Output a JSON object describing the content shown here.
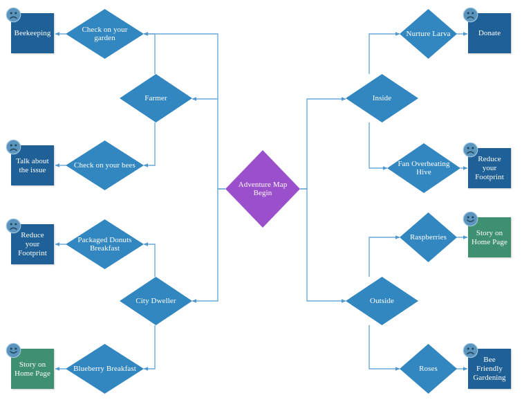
{
  "diagram": {
    "title": "Adventure Map Begin",
    "colors": {
      "diamond_blue": "#3387c0",
      "box_blue": "#1f6096",
      "box_green": "#3f9070",
      "begin_purple": "#9a4fcb",
      "edge": "#6aa9d8",
      "text": "#ffffff",
      "background": "#ffffff"
    },
    "start": {
      "id": "begin",
      "label": "Adventure Map Begin",
      "shape": "diamond",
      "color": "#9a4fcb"
    },
    "branches": [
      {
        "id": "farmer",
        "label": "Farmer",
        "side": "left",
        "children": [
          {
            "id": "check-garden",
            "label": "Check on your garden",
            "outcome": {
              "id": "beekeeping",
              "label": "Beekeeping",
              "mood": "sad",
              "color": "#1f6096"
            }
          },
          {
            "id": "check-bees",
            "label": "Check on your bees",
            "outcome": {
              "id": "talk-about-issue",
              "label": "Talk about the issue",
              "mood": "sad",
              "color": "#1f6096"
            }
          }
        ]
      },
      {
        "id": "city-dweller",
        "label": "City Dweller",
        "side": "left",
        "children": [
          {
            "id": "packaged-donuts-breakfast",
            "label": "Packaged Donuts Breakfast",
            "outcome": {
              "id": "reduce-footprint-1",
              "label": "Reduce your Footprint",
              "mood": "sad",
              "color": "#1f6096"
            }
          },
          {
            "id": "blueberry-breakfast",
            "label": "Blueberry Breakfast",
            "outcome": {
              "id": "story-home-page-1",
              "label": "Story on Home Page",
              "mood": "happy",
              "color": "#3f9070"
            }
          }
        ]
      },
      {
        "id": "inside",
        "label": "Inside",
        "side": "right",
        "children": [
          {
            "id": "nurture-larva",
            "label": "Nurture Larva",
            "outcome": {
              "id": "donate",
              "label": "Donate",
              "mood": "sad",
              "color": "#1f6096"
            }
          },
          {
            "id": "fan-overheating-hive",
            "label": "Fan Overheating Hive",
            "outcome": {
              "id": "reduce-footprint-2",
              "label": "Reduce your Footprint",
              "mood": "sad",
              "color": "#1f6096"
            }
          }
        ]
      },
      {
        "id": "outside",
        "label": "Outside",
        "side": "right",
        "children": [
          {
            "id": "raspberries",
            "label": "Raspberries",
            "outcome": {
              "id": "story-home-page-2",
              "label": "Story on Home Page",
              "mood": "happy",
              "color": "#3f9070"
            }
          },
          {
            "id": "roses",
            "label": "Roses",
            "outcome": {
              "id": "bee-friendly-gardening",
              "label": "Bee Friendly Gardening",
              "mood": "sad",
              "color": "#1f6096"
            }
          }
        ]
      }
    ]
  },
  "nodes": {
    "beekeeping": {
      "label": "Beekeeping"
    },
    "check_garden": {
      "label": "Check on your garden"
    },
    "farmer": {
      "label": "Farmer"
    },
    "talk_issue": {
      "label": "Talk about the issue"
    },
    "check_bees": {
      "label": "Check on your bees"
    },
    "reduce_footprint_l": {
      "label": "Reduce your Footprint"
    },
    "packaged_donuts": {
      "label": "Packaged Donuts Breakfast"
    },
    "city_dweller": {
      "label": "City Dweller"
    },
    "story_home_l": {
      "label": "Story on Home Page"
    },
    "blueberry": {
      "label": "Blueberry Breakfast"
    },
    "begin": {
      "label": "Adventure Map Begin"
    },
    "nurture_larva": {
      "label": "Nurture Larva"
    },
    "donate": {
      "label": "Donate"
    },
    "inside": {
      "label": "Inside"
    },
    "fan_hive": {
      "label": "Fan Overheating Hive"
    },
    "reduce_footprint_r": {
      "label": "Reduce your Footprint"
    },
    "raspberries": {
      "label": "Raspberries"
    },
    "story_home_r": {
      "label": "Story on Home Page"
    },
    "outside": {
      "label": "Outside"
    },
    "roses": {
      "label": "Roses"
    },
    "bee_friendly": {
      "label": "Bee Friendly Gardening"
    }
  },
  "icons": {
    "sad_face": "sad-face-icon",
    "happy_face": "happy-face-icon",
    "arrow": "arrow-head-icon"
  }
}
